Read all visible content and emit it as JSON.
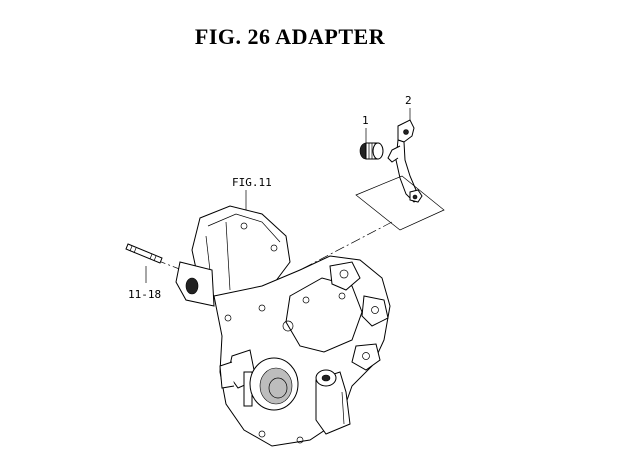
{
  "title": "FIG. 26  ADAPTER",
  "callouts": {
    "part_1": "1",
    "part_2": "2",
    "ref_fig": "FIG.11",
    "ref_11_18": "11-18"
  }
}
